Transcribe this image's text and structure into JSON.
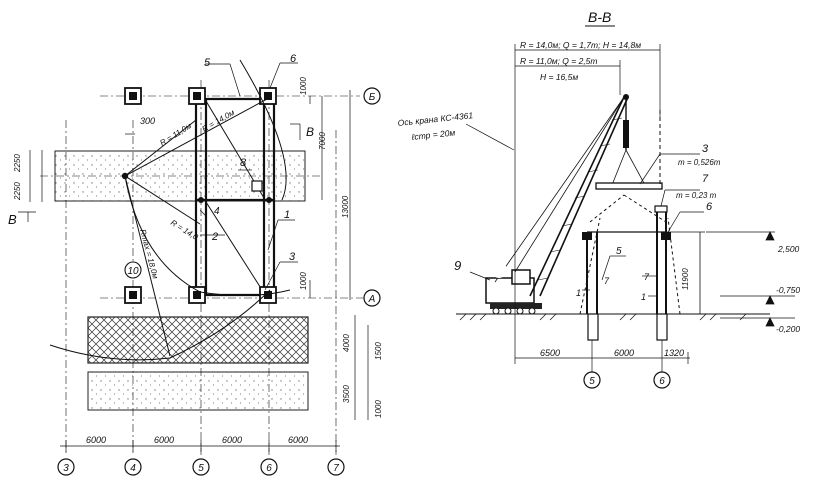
{
  "section_title": "В-В",
  "crane": {
    "axis_label": "Ось крана КС-4361",
    "boom_label": "ℓстр = 20м",
    "reach_1": "R = 14,0м; Q = 1,7т; H = 14,8м",
    "reach_2": "R = 11,0м; Q = 2,5т",
    "height": "H = 16,5м"
  },
  "plan": {
    "radius_small": "R = 11,0м",
    "radius_large": "R = 14,0м",
    "radius_mid": "R = 14,0",
    "radius_max": "Rmax = 18,0м",
    "cut_mark": "В",
    "dim_300": "300",
    "dim_1000a": "1000",
    "dim_1000b": "1000",
    "dim_7000": "7000",
    "dim_13000": "13000",
    "dim_2250a": "2250",
    "dim_2250b": "2250",
    "dim_4000": "4000",
    "dim_1500": "1500",
    "dim_3500": "3500",
    "dim_1000c": "1000",
    "bottom_dims": [
      "6000",
      "6000",
      "6000",
      "6000"
    ],
    "axes_bottom": [
      "3",
      "4",
      "5",
      "6",
      "7"
    ],
    "axes_right": [
      "Б",
      "А"
    ],
    "callouts": [
      "1",
      "2",
      "3",
      "4",
      "5",
      "6",
      "8",
      "10"
    ]
  },
  "section": {
    "mass_3": "m = 0,526т",
    "mass_7": "m = 0,23 т",
    "callouts": [
      "3",
      "7",
      "6",
      "5",
      "7",
      "1",
      "1",
      "9"
    ],
    "level_1": "2,500",
    "level_2": "-0,750",
    "level_3": "-0,200",
    "dim_height": "11900",
    "dim_left": "6500",
    "dim_mid": "6000",
    "dim_right": "1320",
    "axes": [
      "5",
      "6"
    ]
  }
}
